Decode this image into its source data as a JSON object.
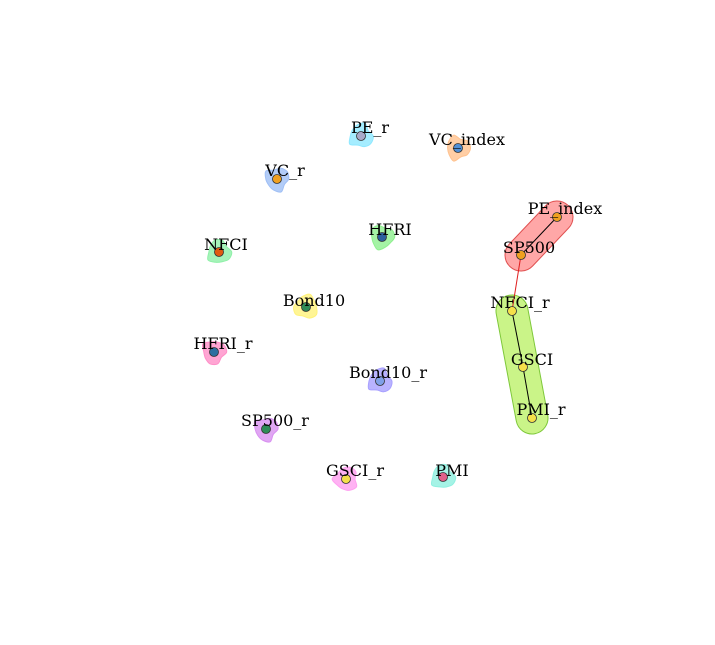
{
  "nodes": [
    {
      "id": "PE_r",
      "label": "PE_r",
      "node_color": "#a9a9c9",
      "blob_color": "#8fe8ff"
    },
    {
      "id": "VC_index",
      "label": "VC_index",
      "node_color": "#4f8fd6",
      "blob_color": "#ffc28f"
    },
    {
      "id": "VC_r",
      "label": "VC_r",
      "node_color": "#f0a020",
      "blob_color": "#9fbff5"
    },
    {
      "id": "PE_index",
      "label": "PE_index",
      "node_color": "#f0a020",
      "blob_color": "#ff8a8a"
    },
    {
      "id": "NFCI",
      "label": "NFCI",
      "node_color": "#e05a10",
      "blob_color": "#8ff0a8"
    },
    {
      "id": "HFRI",
      "label": "HFRI",
      "node_color": "#2c5f9e",
      "blob_color": "#8ff08f"
    },
    {
      "id": "SP500",
      "label": "SP500",
      "node_color": "#f0a020",
      "blob_color": "#ff8a8a"
    },
    {
      "id": "Bond10",
      "label": "Bond10",
      "node_color": "#2e8b57",
      "blob_color": "#fff27a"
    },
    {
      "id": "NFCI_r",
      "label": "NFCI_r",
      "node_color": "#f5e04a",
      "blob_color": "#b8f060"
    },
    {
      "id": "HFRI_r",
      "label": "HFRI_r",
      "node_color": "#2c6fa0",
      "blob_color": "#ff8fc8"
    },
    {
      "id": "GSCI",
      "label": "GSCI",
      "node_color": "#f5e04a",
      "blob_color": "#b8f060"
    },
    {
      "id": "Bond10_r",
      "label": "Bond10_r",
      "node_color": "#7fa0e8",
      "blob_color": "#a8a0ff"
    },
    {
      "id": "PMI_r",
      "label": "PMI_r",
      "node_color": "#f5e04a",
      "blob_color": "#b8f060"
    },
    {
      "id": "SP500_r",
      "label": "SP500_r",
      "node_color": "#2e8b57",
      "blob_color": "#d890f0"
    },
    {
      "id": "GSCI_r",
      "label": "GSCI_r",
      "node_color": "#f5e04a",
      "blob_color": "#ff9ff0"
    },
    {
      "id": "PMI",
      "label": "PMI",
      "node_color": "#e0608a",
      "blob_color": "#8ff0e0"
    }
  ],
  "groups": [
    {
      "members": [
        "PE_index",
        "SP500"
      ],
      "color": "#ff8a8a",
      "border": "#e05050"
    },
    {
      "members": [
        "NFCI_r",
        "GSCI",
        "PMI_r"
      ],
      "color": "#b8f060",
      "border": "#7ec83a"
    }
  ],
  "edges": [
    {
      "from": "PE_index",
      "to": "SP500",
      "color": "#000000"
    },
    {
      "from": "SP500",
      "to": "NFCI_r",
      "color": "#e02020"
    },
    {
      "from": "NFCI_r",
      "to": "GSCI",
      "color": "#000000"
    },
    {
      "from": "GSCI",
      "to": "PMI_r",
      "color": "#000000"
    }
  ]
}
